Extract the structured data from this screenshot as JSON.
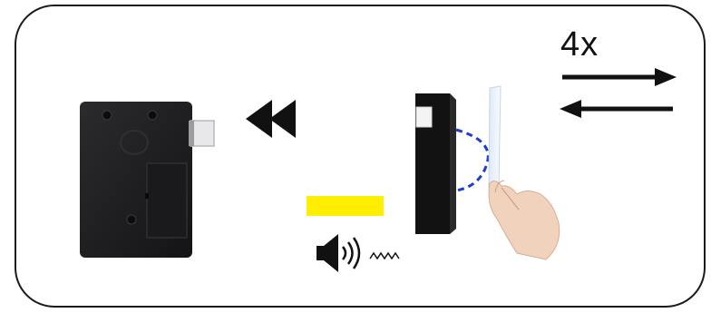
{
  "instruction": {
    "repeat_label": "4x",
    "steps": [
      {
        "name": "lock",
        "icon": "cabinet-lock-icon"
      },
      {
        "name": "rewind",
        "icon": "double-left-arrow-icon"
      },
      {
        "name": "reader",
        "icon": "rfid-reader-icon"
      },
      {
        "name": "card-tap",
        "icon": "hand-card-icon"
      },
      {
        "name": "led-indicator",
        "icon": "led-bar-icon",
        "color": "#ffee00"
      },
      {
        "name": "buzzer",
        "icon": "speaker-sound-icon"
      },
      {
        "name": "back-and-forth",
        "icon": "bidirectional-arrows-icon"
      }
    ],
    "colors": {
      "frame": "#1a1a1a",
      "device": "#1d1d1f",
      "signal_arc": "#1b3fd1",
      "led": "#ffee00"
    }
  }
}
